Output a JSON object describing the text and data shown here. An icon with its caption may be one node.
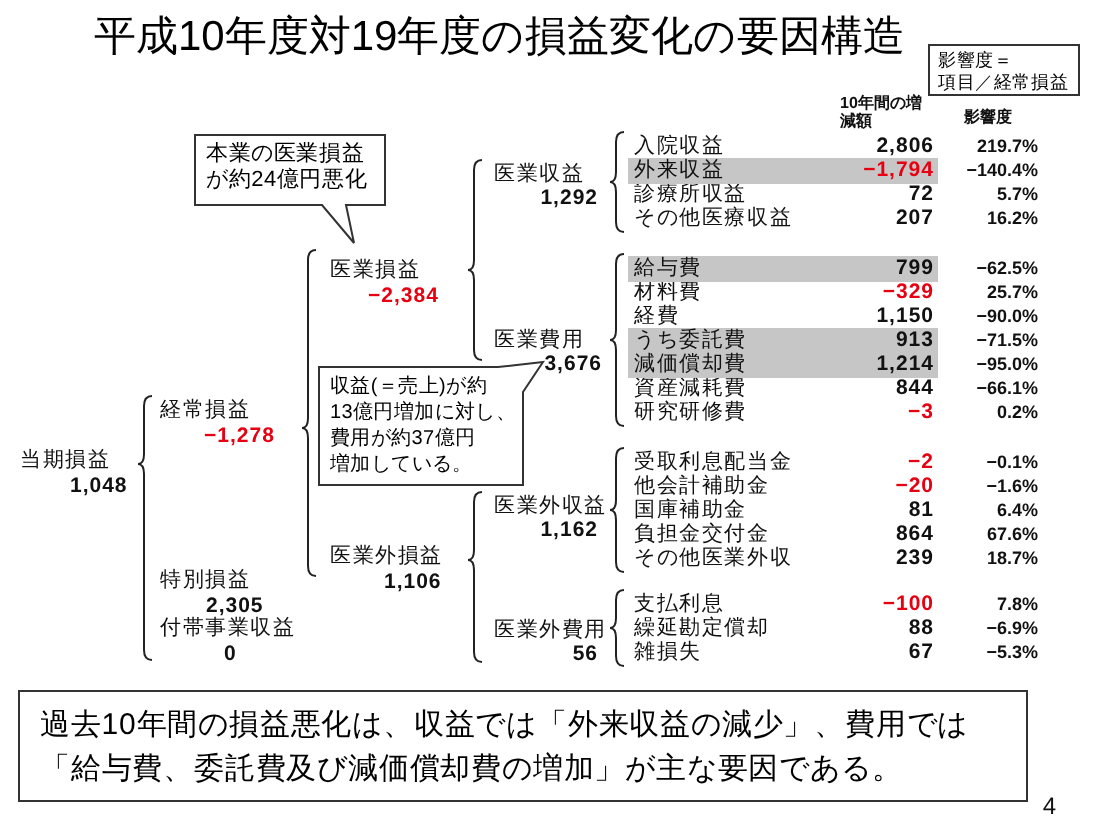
{
  "diagram": {
    "title": "平成10年度対19年度の損益変化の要因構造",
    "nodes": [
      {
        "text": [
          "影響度＝項目／経常損益"
        ]
      },
      {
        "text": [
          "本業の医業損益が約24億円悪化"
        ]
      },
      {
        "text": [
          "収益(＝売上)が約13億円増加に対し、費用が約37億円増加している。"
        ]
      },
      {
        "text": [
          "外来収益",
          "−1,794"
        ],
        "beside": [
          "−140.4%"
        ]
      },
      {
        "text": [
          "給与費",
          "799"
        ],
        "beside": [
          "−62.5%"
        ]
      },
      {
        "text": [
          "うち委託費",
          "913"
        ],
        "beside": [
          "−71.5%"
        ]
      },
      {
        "text": [
          "減価償却費",
          "1,214"
        ],
        "beside": [
          "−95.0%"
        ]
      },
      {
        "text": [
          "過去10年間の損益悪化は、収益では「外来収益の減少」、費用では「給与費、委託費及び減価償却費の増加」が主な要因である。"
        ]
      }
    ],
    "labels": [
      "当期損益",
      "1,048",
      "経常損益",
      "−1,278",
      "特別損益",
      "2,305",
      "付帯事業収益",
      "0",
      "医業損益",
      "−2,384",
      "医業外損益",
      "1,106",
      "医業収益",
      "1,292",
      "医業費用",
      "3,676",
      "医業外収益",
      "1,162",
      "医業外費用",
      "56",
      "10年間の増減額",
      "影響度",
      "入院収益",
      "2,806",
      "219.7%",
      "診療所収益",
      "72",
      "5.7%",
      "その他医療収益",
      "207",
      "16.2%",
      "材料費",
      "−329",
      "25.7%",
      "経費",
      "1,150",
      "−90.0%",
      "資産減耗費",
      "844",
      "−66.1%",
      "研究研修費",
      "−3",
      "0.2%",
      "受取利息配当金",
      "−2",
      "−0.1%",
      "他会計補助金",
      "−20",
      "−1.6%",
      "国庫補助金",
      "81",
      "6.4%",
      "負担金交付金",
      "864",
      "67.6%",
      "その他医業外収",
      "239",
      "18.7%",
      "支払利息",
      "−100",
      "7.8%",
      "繰延勘定償却",
      "88",
      "−6.9%",
      "雑損失",
      "67",
      "−5.3%",
      "4"
    ]
  }
}
